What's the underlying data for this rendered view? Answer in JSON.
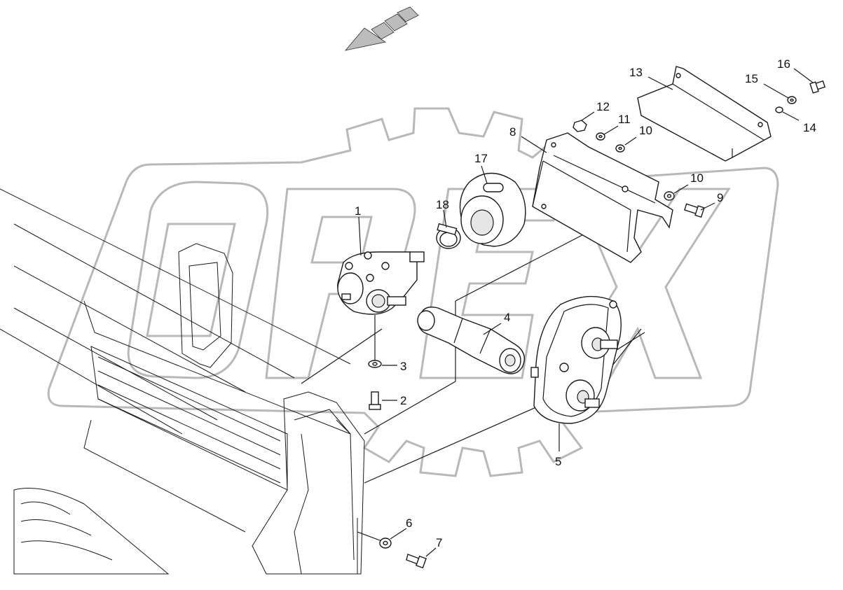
{
  "diagram": {
    "type": "exploded-parts-view",
    "callouts": [
      "1",
      "2",
      "3",
      "4",
      "5",
      "6",
      "7",
      "8",
      "9",
      "10",
      "10",
      "11",
      "12",
      "13",
      "14",
      "15",
      "16",
      "17",
      "18"
    ]
  },
  "colors": {
    "line": "#1a1a1a",
    "watermark": "#b8b8b8",
    "direction_arrow": "#bcbcbc",
    "background": "#ffffff"
  },
  "icons": {
    "direction_arrow": "travel-direction-arrow-icon",
    "watermark": "oreh-gear-watermark-icon"
  }
}
